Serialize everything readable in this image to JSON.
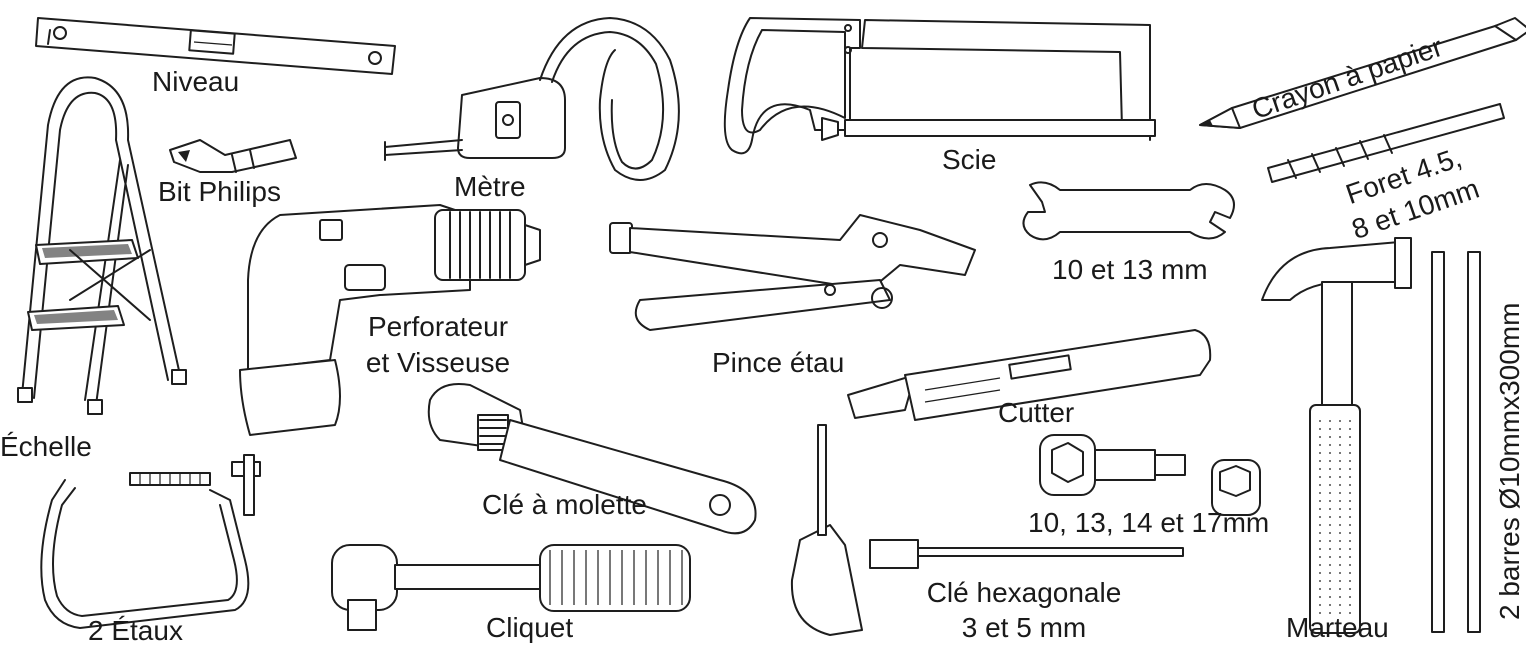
{
  "labels": {
    "niveau": "Niveau",
    "bit_philips": "Bit Philips",
    "metre": "Mètre",
    "scie": "Scie",
    "crayon": "Crayon à papier",
    "foret_1": "Foret 4.5,",
    "foret_2": "8 et 10mm",
    "echelle": "Échelle",
    "perforateur_1": "Perforateur",
    "perforateur_2": "et Visseuse",
    "pince": "Pince étau",
    "cle_plate": "10 et 13 mm",
    "cutter": "Cutter",
    "barres": "2 barres Ø10mmx300mm",
    "cle_molette": "Clé  à molette",
    "douilles": "10, 13, 14 et 17mm",
    "etaux": "2 Étaux",
    "cliquet": "Cliquet",
    "cle_hex_1": "Clé hexagonale",
    "cle_hex_2": "3 et 5 mm",
    "marteau": "Marteau"
  }
}
